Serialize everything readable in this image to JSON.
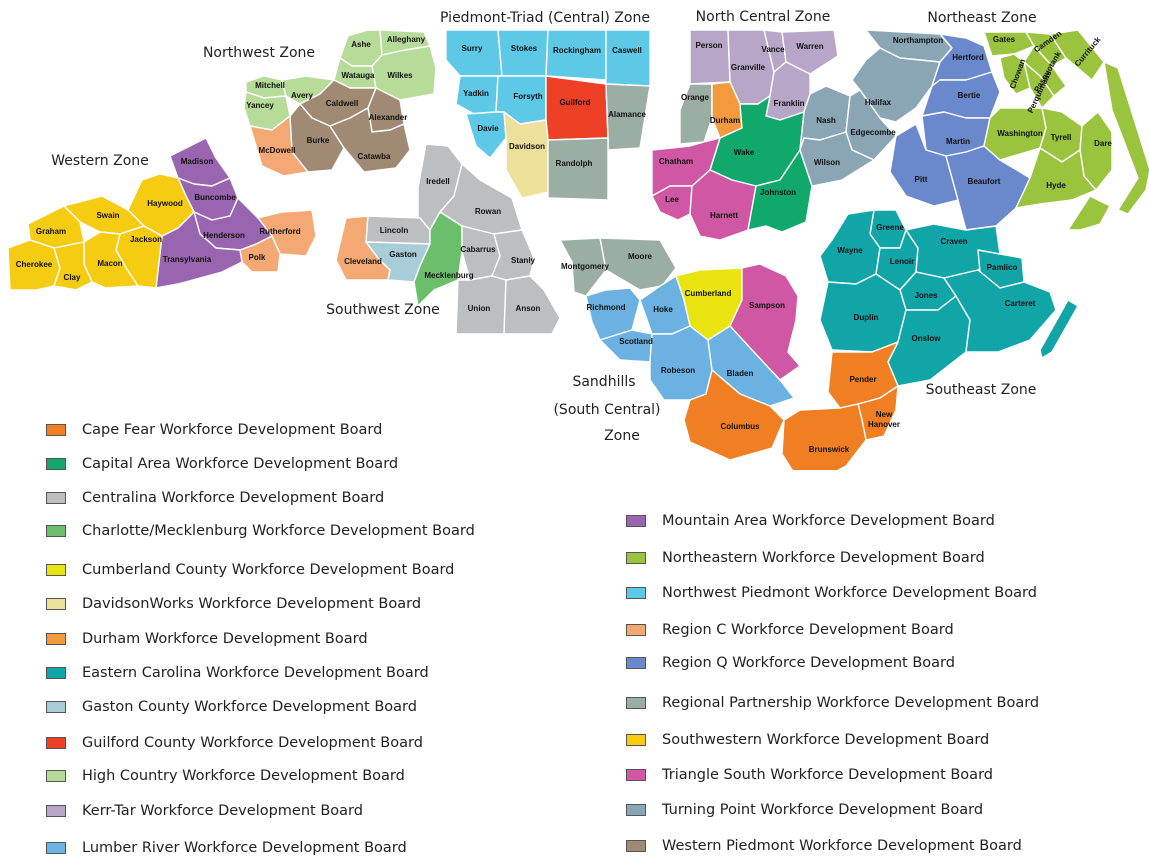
{
  "colors": {
    "cape_fear": "#f07f23",
    "capital_area": "#11a86b",
    "centralina": "#bcbec0",
    "charlotte": "#6cbf6a",
    "cumberland": "#e9e40f",
    "davidson": "#ede09a",
    "durham": "#f39a3d",
    "eastern_carolina": "#11a5a8",
    "gaston": "#a9cdd8",
    "guilford": "#ee4027",
    "high_country": "#b7db99",
    "kerr_tar": "#b7a6c7",
    "lumber_river": "#6bb2e3",
    "mountain_area": "#9a65b0",
    "northeastern": "#9ac33e",
    "nw_piedmont": "#5ec9e6",
    "region_c": "#f4a975",
    "region_q": "#6a89cc",
    "regional_partnership": "#9aaea3",
    "southwestern": "#f5cc11",
    "triangle_south": "#cf57a3",
    "turning_point": "#8aa6b4",
    "western_piedmont": "#a08a73"
  },
  "zones": [
    {
      "label": "Northwest Zone"
    },
    {
      "label": "Piedmont-Triad (Central) Zone"
    },
    {
      "label": "North Central Zone"
    },
    {
      "label": "Northeast Zone"
    },
    {
      "label": "Western Zone"
    },
    {
      "label": "Southwest Zone"
    },
    {
      "label": "Sandhills"
    },
    {
      "label": "(South Central)"
    },
    {
      "label": "Zone"
    },
    {
      "label": "Southeast Zone"
    }
  ],
  "counties": [
    {
      "name": "Ashe",
      "board": "high_country"
    },
    {
      "name": "Alleghany",
      "board": "high_country"
    },
    {
      "name": "Watauga",
      "board": "high_country"
    },
    {
      "name": "Wilkes",
      "board": "high_country"
    },
    {
      "name": "Mitchell",
      "board": "high_country"
    },
    {
      "name": "Avery",
      "board": "high_country"
    },
    {
      "name": "Yancey",
      "board": "high_country"
    },
    {
      "name": "Caldwell",
      "board": "western_piedmont"
    },
    {
      "name": "Alexander",
      "board": "western_piedmont"
    },
    {
      "name": "Burke",
      "board": "western_piedmont"
    },
    {
      "name": "Catawba",
      "board": "western_piedmont"
    },
    {
      "name": "McDowell",
      "board": "region_c"
    },
    {
      "name": "Rutherford",
      "board": "region_c"
    },
    {
      "name": "Polk",
      "board": "region_c"
    },
    {
      "name": "Cleveland",
      "board": "region_c"
    },
    {
      "name": "Madison",
      "board": "mountain_area"
    },
    {
      "name": "Buncombe",
      "board": "mountain_area"
    },
    {
      "name": "Henderson",
      "board": "mountain_area"
    },
    {
      "name": "Transylvania",
      "board": "mountain_area"
    },
    {
      "name": "Haywood",
      "board": "southwestern"
    },
    {
      "name": "Swain",
      "board": "southwestern"
    },
    {
      "name": "Graham",
      "board": "southwestern"
    },
    {
      "name": "Jackson",
      "board": "southwestern"
    },
    {
      "name": "Cherokee",
      "board": "southwestern"
    },
    {
      "name": "Macon",
      "board": "southwestern"
    },
    {
      "name": "Clay",
      "board": "southwestern"
    },
    {
      "name": "Iredell",
      "board": "centralina"
    },
    {
      "name": "Rowan",
      "board": "centralina"
    },
    {
      "name": "Lincoln",
      "board": "centralina"
    },
    {
      "name": "Cabarrus",
      "board": "centralina"
    },
    {
      "name": "Stanly",
      "board": "centralina"
    },
    {
      "name": "Union",
      "board": "centralina"
    },
    {
      "name": "Anson",
      "board": "centralina"
    },
    {
      "name": "Gaston",
      "board": "gaston"
    },
    {
      "name": "Mecklenburg",
      "board": "charlotte"
    },
    {
      "name": "Surry",
      "board": "nw_piedmont"
    },
    {
      "name": "Stokes",
      "board": "nw_piedmont"
    },
    {
      "name": "Rockingham",
      "board": "nw_piedmont"
    },
    {
      "name": "Caswell",
      "board": "nw_piedmont"
    },
    {
      "name": "Yadkin",
      "board": "nw_piedmont"
    },
    {
      "name": "Forsyth",
      "board": "nw_piedmont"
    },
    {
      "name": "Davie",
      "board": "nw_piedmont"
    },
    {
      "name": "Guilford",
      "board": "guilford"
    },
    {
      "name": "Alamance",
      "board": "regional_partnership"
    },
    {
      "name": "Davidson",
      "board": "davidson"
    },
    {
      "name": "Randolph",
      "board": "regional_partnership"
    },
    {
      "name": "Montgomery",
      "board": "regional_partnership"
    },
    {
      "name": "Moore",
      "board": "regional_partnership"
    },
    {
      "name": "Orange",
      "board": "regional_partnership"
    },
    {
      "name": "Person",
      "board": "kerr_tar"
    },
    {
      "name": "Granville",
      "board": "kerr_tar"
    },
    {
      "name": "Vance",
      "board": "kerr_tar"
    },
    {
      "name": "Warren",
      "board": "kerr_tar"
    },
    {
      "name": "Franklin",
      "board": "kerr_tar"
    },
    {
      "name": "Durham",
      "board": "durham"
    },
    {
      "name": "Wake",
      "board": "capital_area"
    },
    {
      "name": "Chatham",
      "board": "triangle_south"
    },
    {
      "name": "Lee",
      "board": "triangle_south"
    },
    {
      "name": "Harnett",
      "board": "triangle_south"
    },
    {
      "name": "Johnston",
      "board": "capital_area"
    },
    {
      "name": "Sampson",
      "board": "triangle_south"
    },
    {
      "name": "Nash",
      "board": "turning_point"
    },
    {
      "name": "Edgecombe",
      "board": "turning_point"
    },
    {
      "name": "Wilson",
      "board": "turning_point"
    },
    {
      "name": "Northampton",
      "board": "turning_point"
    },
    {
      "name": "Halifax",
      "board": "turning_point"
    },
    {
      "name": "Hertford",
      "board": "region_q"
    },
    {
      "name": "Bertie",
      "board": "region_q"
    },
    {
      "name": "Martin",
      "board": "region_q"
    },
    {
      "name": "Pitt",
      "board": "region_q"
    },
    {
      "name": "Beaufort",
      "board": "region_q"
    },
    {
      "name": "Gates",
      "board": "northeastern"
    },
    {
      "name": "Camden",
      "board": "northeastern"
    },
    {
      "name": "Pasquotank",
      "board": "northeastern"
    },
    {
      "name": "Chowan",
      "board": "northeastern"
    },
    {
      "name": "Perquimans",
      "board": "northeastern"
    },
    {
      "name": "Currituck",
      "board": "northeastern"
    },
    {
      "name": "Washington",
      "board": "northeastern"
    },
    {
      "name": "Tyrell",
      "board": "northeastern"
    },
    {
      "name": "Dare",
      "board": "northeastern"
    },
    {
      "name": "Hyde",
      "board": "northeastern"
    },
    {
      "name": "Greene",
      "board": "eastern_carolina"
    },
    {
      "name": "Wayne",
      "board": "eastern_carolina"
    },
    {
      "name": "Lenoir",
      "board": "eastern_carolina"
    },
    {
      "name": "Craven",
      "board": "eastern_carolina"
    },
    {
      "name": "Pamlico",
      "board": "eastern_carolina"
    },
    {
      "name": "Jones",
      "board": "eastern_carolina"
    },
    {
      "name": "Duplin",
      "board": "eastern_carolina"
    },
    {
      "name": "Onslow",
      "board": "eastern_carolina"
    },
    {
      "name": "Carteret",
      "board": "eastern_carolina"
    },
    {
      "name": "Cumberland",
      "board": "cumberland"
    },
    {
      "name": "Richmond",
      "board": "lumber_river"
    },
    {
      "name": "Hoke",
      "board": "lumber_river"
    },
    {
      "name": "Scotland",
      "board": "lumber_river"
    },
    {
      "name": "Robeson",
      "board": "lumber_river"
    },
    {
      "name": "Bladen",
      "board": "lumber_river"
    },
    {
      "name": "Columbus",
      "board": "cape_fear"
    },
    {
      "name": "Pender",
      "board": "cape_fear"
    },
    {
      "name": "New Hanover",
      "board": "cape_fear"
    },
    {
      "name": "Brunswick",
      "board": "cape_fear"
    }
  ],
  "legend": [
    {
      "label": "Cape Fear Workforce Development Board",
      "color": "#f07f23"
    },
    {
      "label": "Capital Area Workforce Development Board",
      "color": "#11a86b"
    },
    {
      "label": "Centralina Workforce Development Board",
      "color": "#bcbec0"
    },
    {
      "label": "Charlotte/Mecklenburg Workforce Development Board",
      "color": "#6cbf6a"
    },
    {
      "label": "Cumberland County Workforce Development Board",
      "color": "#e9e40f"
    },
    {
      "label": "DavidsonWorks Workforce Development Board",
      "color": "#ede09a"
    },
    {
      "label": "Durham Workforce Development Board",
      "color": "#f39a3d"
    },
    {
      "label": "Eastern Carolina Workforce Development Board",
      "color": "#11a5a8"
    },
    {
      "label": "Gaston County Workforce Development Board",
      "color": "#a9cdd8"
    },
    {
      "label": "Guilford County Workforce Development Board",
      "color": "#ee4027"
    },
    {
      "label": "High Country Workforce Development Board",
      "color": "#b7db99"
    },
    {
      "label": "Kerr-Tar Workforce Development Board",
      "color": "#b7a6c7"
    },
    {
      "label": "Lumber River Workforce Development Board",
      "color": "#6bb2e3"
    },
    {
      "label": "Mountain Area Workforce Development Board",
      "color": "#9a65b0"
    },
    {
      "label": "Northeastern Workforce Development Board",
      "color": "#9ac33e"
    },
    {
      "label": "Northwest Piedmont Workforce Development Board",
      "color": "#5ec9e6"
    },
    {
      "label": "Region C Workforce Development Board",
      "color": "#f4a975"
    },
    {
      "label": "Region Q Workforce Development Board",
      "color": "#6a89cc"
    },
    {
      "label": "Regional Partnership Workforce Development Board",
      "color": "#9aaea3"
    },
    {
      "label": "Southwestern Workforce Development Board",
      "color": "#f5cc11"
    },
    {
      "label": "Triangle South Workforce Development Board",
      "color": "#cf57a3"
    },
    {
      "label": "Turning Point Workforce Development Board",
      "color": "#8aa6b4"
    },
    {
      "label": "Western Piedmont Workforce Development Board",
      "color": "#a08a73"
    }
  ]
}
